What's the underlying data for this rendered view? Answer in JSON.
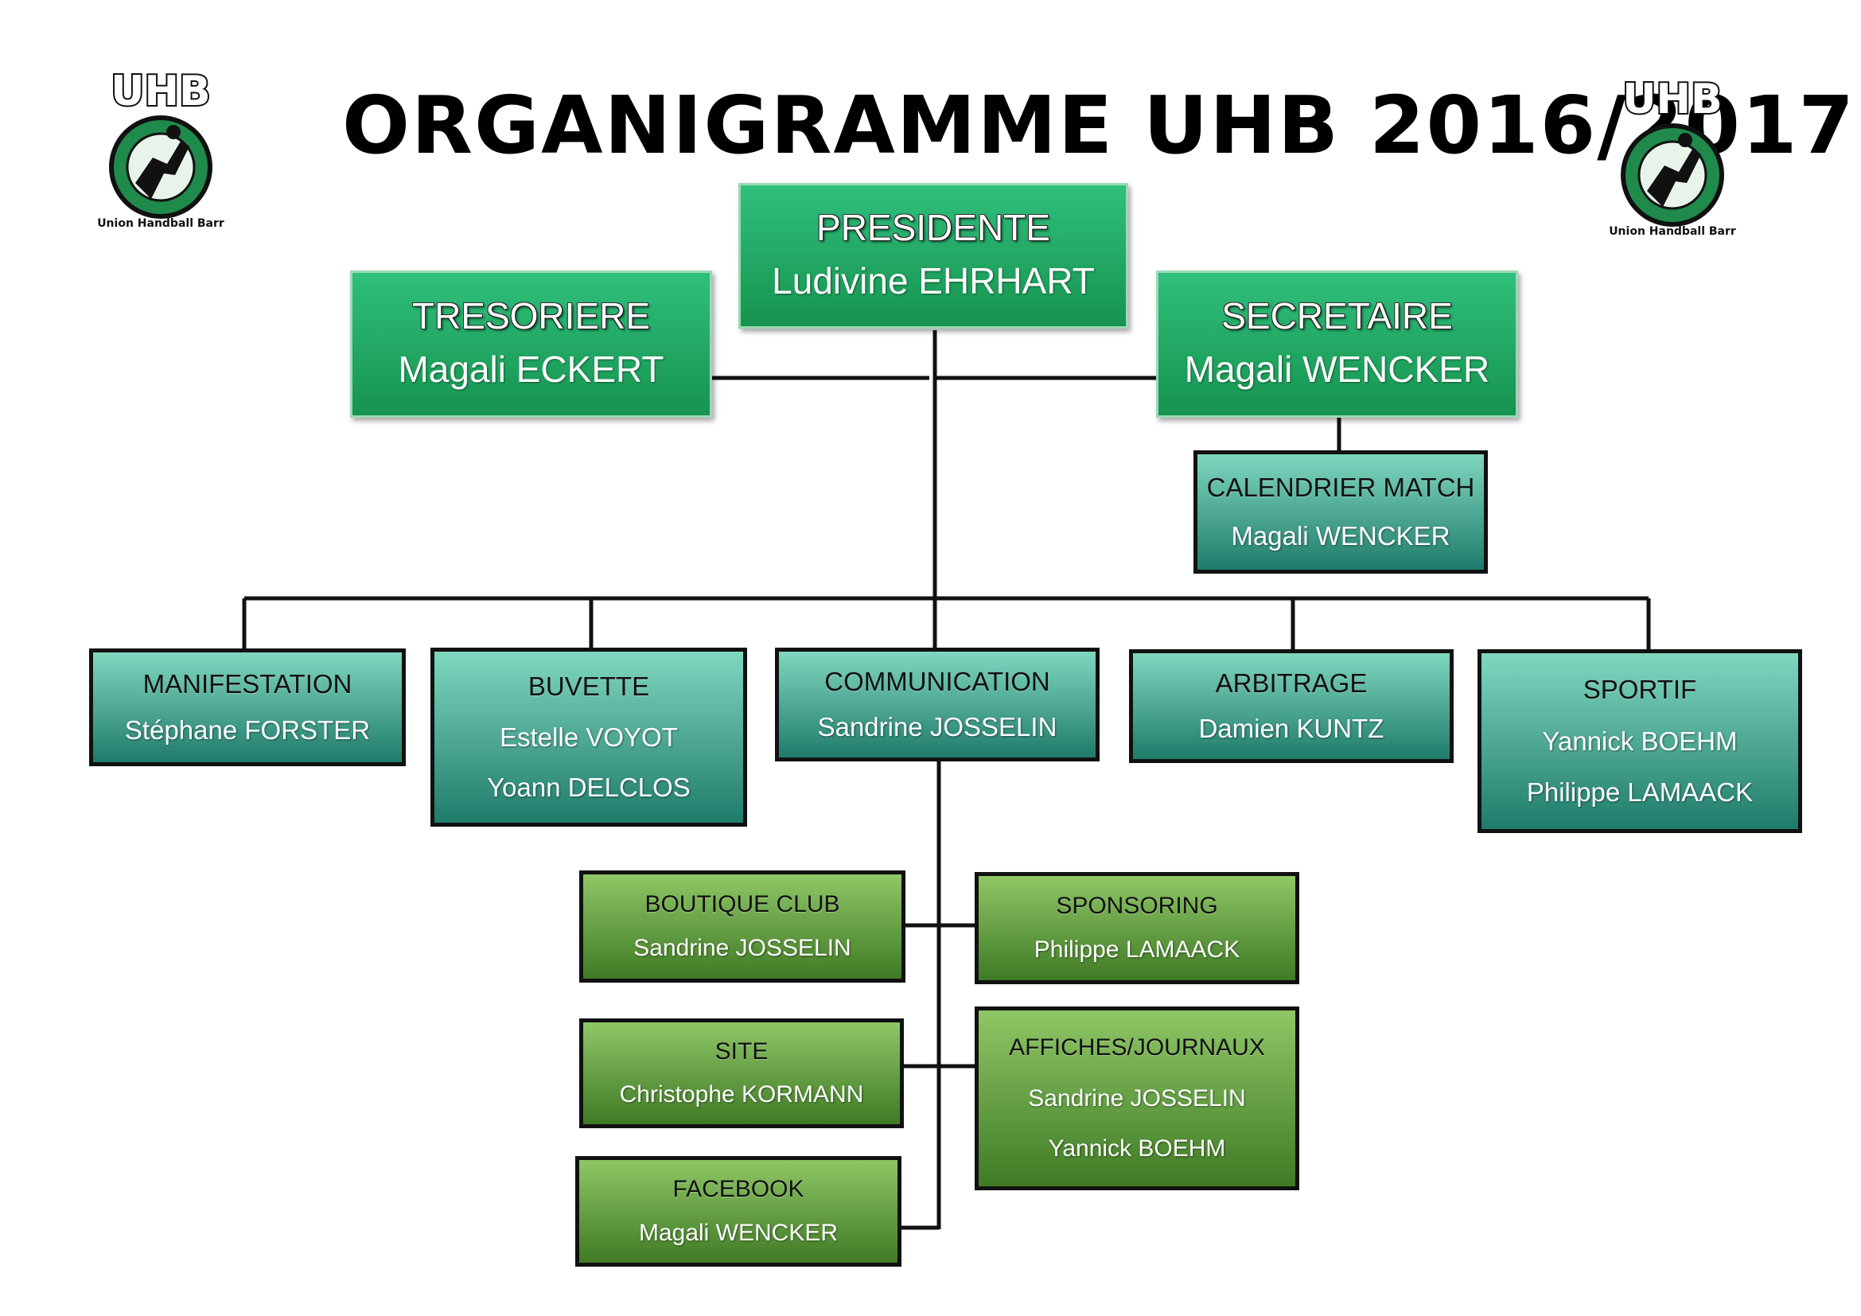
{
  "title": "ORGANIGRAMME UHB 2016/2017",
  "logo": {
    "main_text": "UHB",
    "ring_text": "Union Handball Barr"
  },
  "colors": {
    "top_box": "#22a865",
    "commission_box": "#4fae98",
    "sub_box": "#6aa446",
    "connector": "#111111"
  },
  "presidente": {
    "role": "PRESIDENTE",
    "names": [
      "Ludivine EHRHART"
    ]
  },
  "tresoriere": {
    "role": "TRESORIERE",
    "names": [
      "Magali ECKERT"
    ]
  },
  "secretaire": {
    "role": "SECRETAIRE",
    "names": [
      "Magali WENCKER"
    ]
  },
  "calendrier": {
    "role": "CALENDRIER MATCH",
    "names": [
      "Magali WENCKER"
    ]
  },
  "commissions": [
    {
      "role": "MANIFESTATION",
      "names": [
        "Stéphane FORSTER"
      ]
    },
    {
      "role": "BUVETTE",
      "names": [
        "Estelle VOYOT",
        "Yoann DELCLOS"
      ]
    },
    {
      "role": "COMMUNICATION",
      "names": [
        "Sandrine JOSSELIN"
      ]
    },
    {
      "role": "ARBITRAGE",
      "names": [
        "Damien KUNTZ"
      ]
    },
    {
      "role": "SPORTIF",
      "names": [
        "Yannick BOEHM",
        "Philippe LAMAACK"
      ]
    }
  ],
  "communication_sub": [
    {
      "role": "BOUTIQUE CLUB",
      "names": [
        "Sandrine JOSSELIN"
      ]
    },
    {
      "role": "SPONSORING",
      "names": [
        "Philippe LAMAACK"
      ]
    },
    {
      "role": "SITE",
      "names": [
        "Christophe KORMANN"
      ]
    },
    {
      "role": "AFFICHES/JOURNAUX",
      "names": [
        "Sandrine JOSSELIN",
        "Yannick BOEHM"
      ]
    },
    {
      "role": "FACEBOOK",
      "names": [
        "Magali WENCKER"
      ]
    }
  ]
}
